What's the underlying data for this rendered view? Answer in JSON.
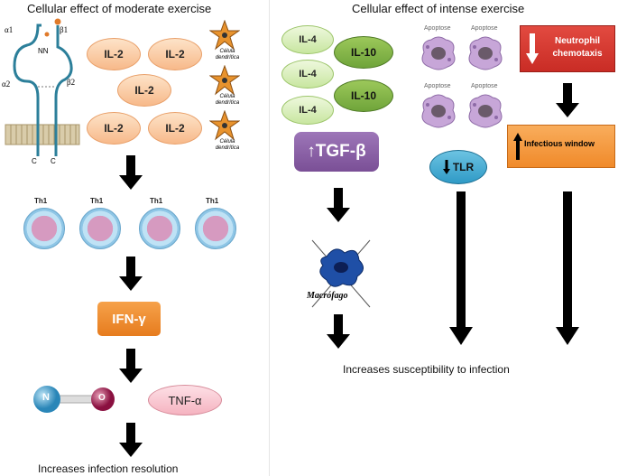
{
  "left": {
    "title": "Cellular effect of moderate exercise",
    "integrin_labels": {
      "alpha1": "α1",
      "beta1": "β1",
      "alpha2": "α2",
      "beta2": "β2",
      "nn": "NN",
      "c_left": "C",
      "c_right": "C"
    },
    "il2_labels": [
      "IL-2",
      "IL-2",
      "IL-2",
      "IL-2",
      "IL-2"
    ],
    "dendritic_label": "Célula dendrítica",
    "th1_labels": [
      "Th1",
      "Th1",
      "Th1",
      "Th1"
    ],
    "ifn": "IFN-γ",
    "no_n": "N",
    "no_o": "O",
    "tnf": "TNF-α",
    "result": "Increases infection resolution"
  },
  "right": {
    "title": "Cellular effect of intense exercise",
    "il4_labels": [
      "IL-4",
      "IL-4",
      "IL-4"
    ],
    "il10_labels": [
      "IL-10",
      "IL-10"
    ],
    "tgf": "↑TGF-β",
    "macrophage_label": "Macrófago",
    "apoptose_labels": [
      "Apoptose",
      "Apoptose",
      "Apoptose",
      "Apoptose"
    ],
    "neutrophil": "Neutrophil chemotaxis",
    "tlr": "TLR",
    "infectious_window": "Infectious window",
    "result": "Increases susceptibility to infection"
  },
  "colors": {
    "ifn_box": "#f08a2a",
    "tgf_box": "#8e64a6",
    "neutrophil_box": "#d93a32",
    "infectious_box": "#f59a44",
    "tlr_ellipse": "#4bb2d6",
    "tnf_ellipse": "#f8c7cf",
    "arrow": "#000000"
  }
}
